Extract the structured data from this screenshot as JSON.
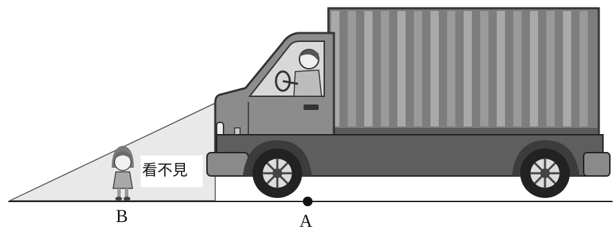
{
  "labels": {
    "point_b": "B",
    "point_a": "A",
    "caption": "看不見"
  }
}
